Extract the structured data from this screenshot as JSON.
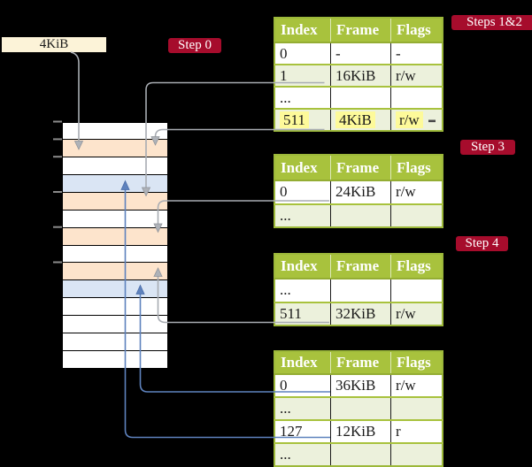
{
  "colors": {
    "background": "#000000",
    "badge_bg": "#a60c2c",
    "badge_text": "#ffffff",
    "label_box_bg": "#fcf3d8",
    "table_header_bg": "#a8c23d",
    "table_border": "#9cb83a",
    "table_row_alt": "#ecf1dc",
    "highlight": "#fdfa9a",
    "frame_white": "#ffffff",
    "frame_orange": "#fde4cc",
    "frame_blue": "#dae5f4",
    "gray_line": "#a8acb2",
    "blue_line": "#5e82bd"
  },
  "label_box": {
    "text": "4KiB"
  },
  "badges": {
    "step0": "Step 0",
    "steps12": "Steps 1&2",
    "step3": "Step 3",
    "step4": "Step 4"
  },
  "memory_column": {
    "rows": [
      "white",
      "orange",
      "white",
      "blue",
      "orange",
      "white",
      "orange",
      "white",
      "orange",
      "blue",
      "white",
      "white",
      "white",
      "white"
    ]
  },
  "tables": [
    {
      "name": "page-table-steps-1-2",
      "headers": [
        "Index",
        "Frame",
        "Flags"
      ],
      "rows": [
        {
          "cells": [
            "0",
            "-",
            "-"
          ],
          "alt": false,
          "highlight": false
        },
        {
          "cells": [
            "1",
            "16KiB",
            "r/w"
          ],
          "alt": true,
          "highlight": false
        },
        {
          "cells": [
            "...",
            "",
            ""
          ],
          "alt": false,
          "highlight": false
        },
        {
          "cells": [
            "511",
            "4KiB",
            "r/w"
          ],
          "alt": true,
          "highlight": true
        }
      ]
    },
    {
      "name": "page-table-step-3",
      "headers": [
        "Index",
        "Frame",
        "Flags"
      ],
      "rows": [
        {
          "cells": [
            "0",
            "24KiB",
            "r/w"
          ],
          "alt": false,
          "highlight": false
        },
        {
          "cells": [
            "...",
            "",
            ""
          ],
          "alt": true,
          "highlight": false
        }
      ]
    },
    {
      "name": "page-table-step-4",
      "headers": [
        "Index",
        "Frame",
        "Flags"
      ],
      "rows": [
        {
          "cells": [
            "...",
            "",
            ""
          ],
          "alt": false,
          "highlight": false
        },
        {
          "cells": [
            "511",
            "32KiB",
            "r/w"
          ],
          "alt": true,
          "highlight": false
        }
      ]
    },
    {
      "name": "page-table-final",
      "headers": [
        "Index",
        "Frame",
        "Flags"
      ],
      "rows": [
        {
          "cells": [
            "0",
            "36KiB",
            "r/w"
          ],
          "alt": false,
          "highlight": false
        },
        {
          "cells": [
            "...",
            "",
            ""
          ],
          "alt": true,
          "highlight": false
        },
        {
          "cells": [
            "127",
            "12KiB",
            "r"
          ],
          "alt": false,
          "highlight": false
        },
        {
          "cells": [
            "...",
            "",
            ""
          ],
          "alt": true,
          "highlight": false
        }
      ]
    }
  ]
}
